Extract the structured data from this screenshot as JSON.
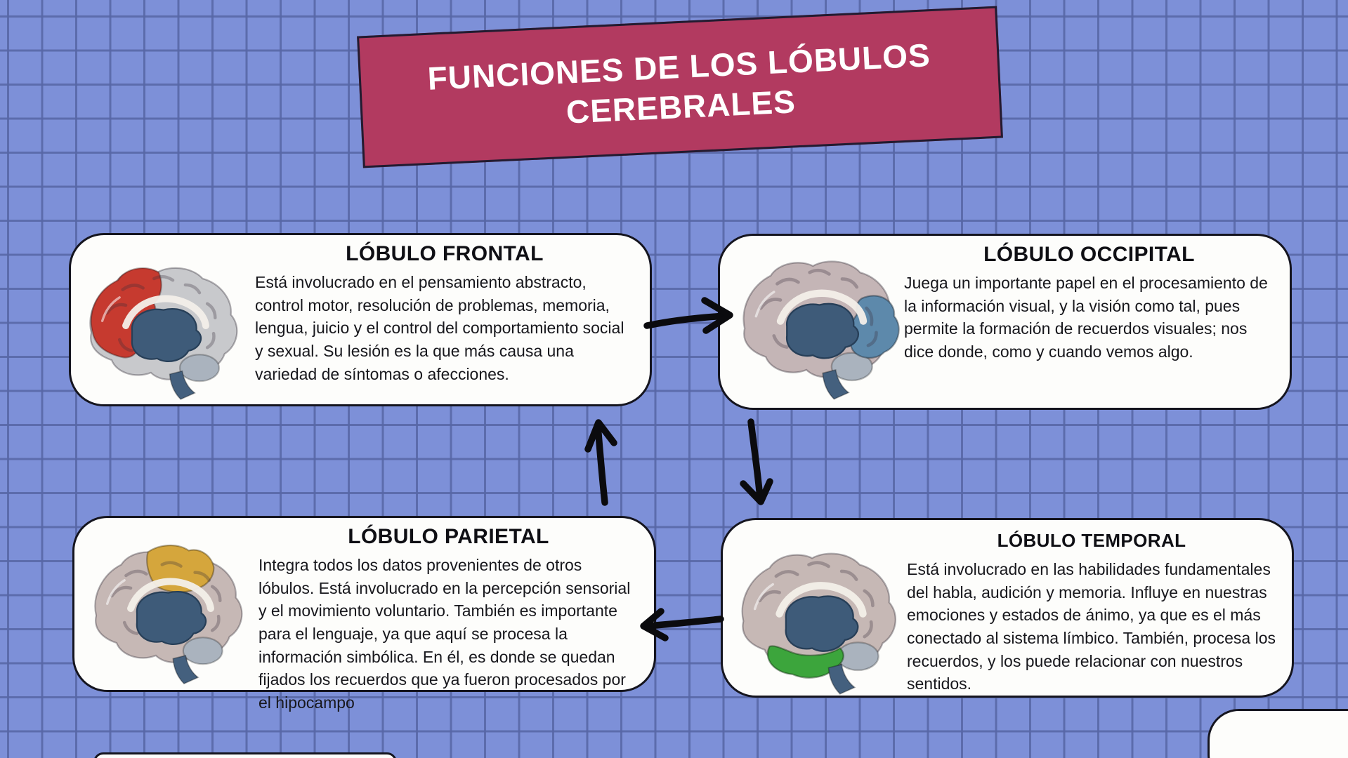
{
  "title": {
    "line1": "FUNCIONES DE LOS LÓBULOS",
    "line2": "CEREBRALES"
  },
  "banner_color": "#b23a60",
  "background": {
    "fill": "#7d90d8",
    "grid_line": "#5666a5"
  },
  "cards": [
    {
      "id": "frontal",
      "title": "LÓBULO FRONTAL",
      "body": "Está involucrado en el pensamiento abstracto, control motor, resolución de problemas, memoria, lengua, juicio y el control del comportamiento social y sexual. Su lesión es la que más causa una variedad de síntomas o afecciones.",
      "base_color": "#c8c9cc",
      "highlight_color": "#c63a2f"
    },
    {
      "id": "occipital",
      "title": "LÓBULO OCCIPITAL",
      "body": "Juega un importante papel en el procesamiento de la información visual, y la visión como tal, pues permite la formación de recuerdos visuales; nos dice donde, como y cuando vemos algo.",
      "base_color": "#c4b5b6",
      "highlight_color": "#5d89ab"
    },
    {
      "id": "parietal",
      "title": "LÓBULO PARIETAL",
      "body": "Integra todos los datos provenientes de otros lóbulos. Está involucrado en la percepción sensorial y el movimiento voluntario. También es importante para el lenguaje, ya que aquí se procesa la información simbólica. En él, es donde se quedan fijados los recuerdos que ya fueron procesados por el hipocampo",
      "base_color": "#c6b8b5",
      "highlight_color": "#d5a63c"
    },
    {
      "id": "temporal",
      "title": "LÓBULO TEMPORAL",
      "body": "Está involucrado en las habilidades fundamentales del habla, audición y memoria. Influye en nuestras emociones y estados de ánimo, ya que es el más conectado al sistema límbico. También, procesa los recuerdos, y los puede relacionar con nuestros sentidos.",
      "base_color": "#c6b8b5",
      "highlight_color": "#3ca53c"
    }
  ],
  "inner_brain_color": "#3e5b79",
  "arrow_color": "#0b0b0e"
}
